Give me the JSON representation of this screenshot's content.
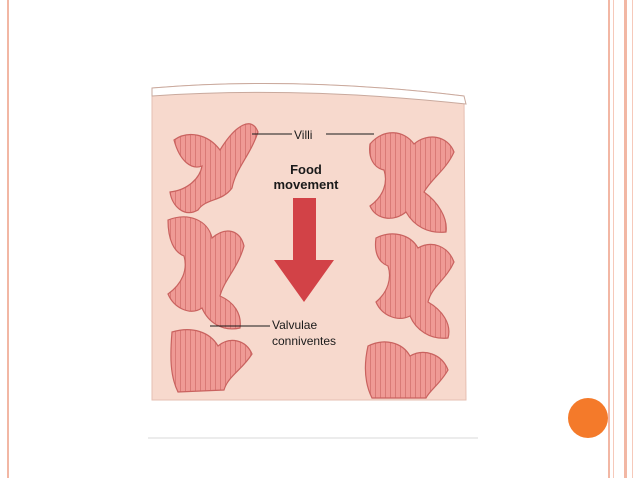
{
  "diagram": {
    "labels": {
      "villi": "Villi",
      "food_line1": "Food",
      "food_line2": "movement",
      "valvulae_line1": "Valvulae",
      "valvulae_line2": "conniventes"
    }
  },
  "colors": {
    "wall_fill": "#f7d9cd",
    "villi_fill": "#ef9a95",
    "villi_stroke": "#c9625f",
    "arrow": "#d24247",
    "accent_dot": "#f47a2a",
    "border": "#f2b7a4"
  }
}
